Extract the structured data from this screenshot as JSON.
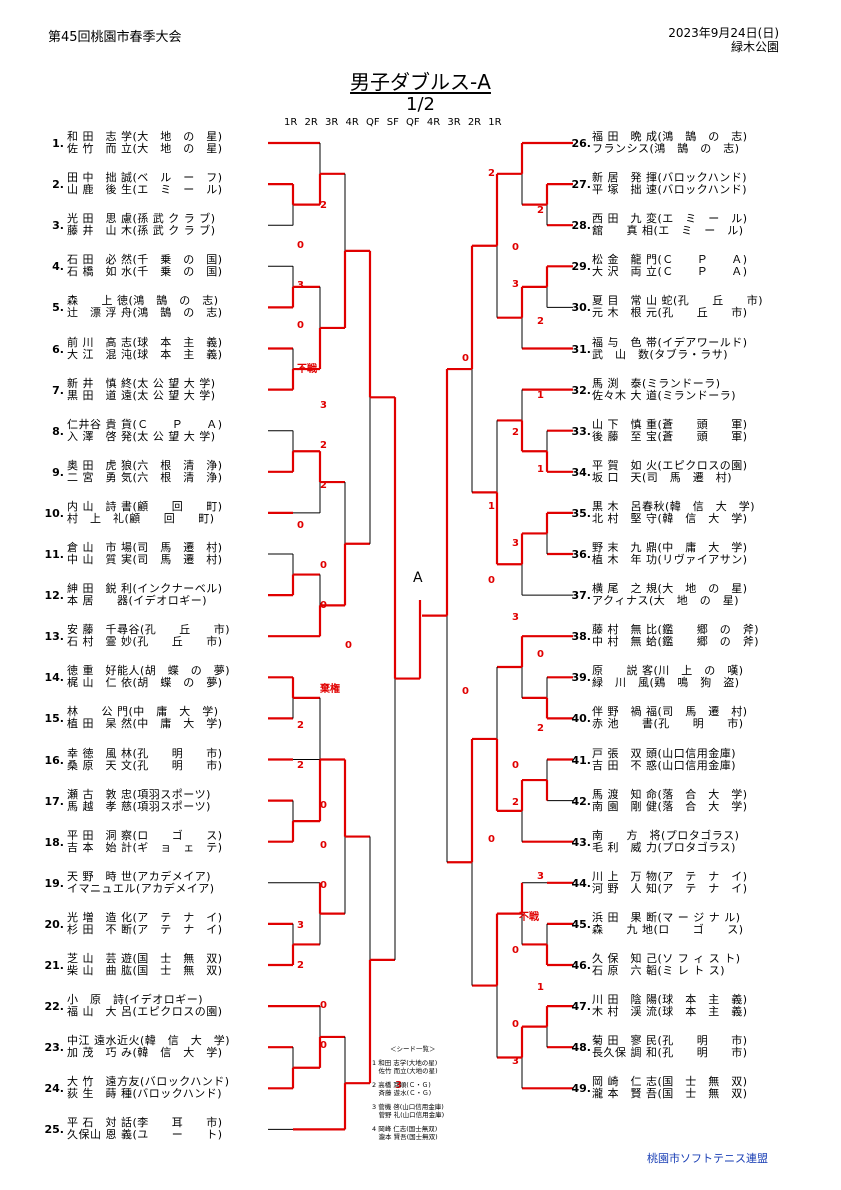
{
  "header": {
    "event": "第45回桃園市春季大会",
    "date": "2023年9月24日(日)",
    "venue": "緑木公園"
  },
  "title": "男子ダブルス-A",
  "half": "1/2",
  "rounds": "1R 2R 3R 4R QF SF QF 4R 3R 2R 1R",
  "center_label": "A",
  "left_pairs": [
    {
      "num": "1.",
      "a": "和 田　志 学(大　地　の　星)",
      "b": "佐 竹　而 立(大　地　の　星)"
    },
    {
      "num": "2.",
      "a": "田 中　拙 誠(ベ　ル　ー　フ)",
      "b": "山 鹿　後 生(エ　ミ　ー　ル)"
    },
    {
      "num": "3.",
      "a": "光 田　思 慮(孫 武 ク ラ ブ)",
      "b": "藤 井　山 木(孫 武 ク ラ ブ)"
    },
    {
      "num": "4.",
      "a": "石 田　必 然(千　乗　の　国)",
      "b": "石 橋　如 水(千　乗　の　国)"
    },
    {
      "num": "5.",
      "a": "森　　上 徳(鴻　鵠　の　志)",
      "b": "辻　漂 浮 舟(鴻　鵠　の　志)"
    },
    {
      "num": "6.",
      "a": "前 川　高 志(球　本　主　義)",
      "b": "大 江　混 沌(球　本　主　義)"
    },
    {
      "num": "7.",
      "a": "新 井　慎 終(太 公 望 大 学)",
      "b": "黒 田　道 遠(太 公 望 大 学)"
    },
    {
      "num": "8.",
      "a": "仁井谷 貴 貨(Ｃ　　Ｐ　　Ａ)",
      "b": "入 澤　啓 発(太 公 望 大 学)"
    },
    {
      "num": "9.",
      "a": "奥 田　虎 狼(六　根　清　浄)",
      "b": "二 宮　勇 気(六　根　清　浄)"
    },
    {
      "num": "10.",
      "a": "内 山　詩 書(顧　　回　　町)",
      "b": "村　上　礼(顧　　回　　町)"
    },
    {
      "num": "11.",
      "a": "倉 山　市 場(司　馬　遷　村)",
      "b": "中 山　質 実(司　馬　遷　村)"
    },
    {
      "num": "12.",
      "a": "紳 田　鋭 利(インクナーベル)",
      "b": "本 居　　器(イデオロギー)"
    },
    {
      "num": "13.",
      "a": "安 藤　千尋谷(孔　　丘　　市)",
      "b": "石 村　霊 妙(孔　　丘　　市)"
    },
    {
      "num": "14.",
      "a": "徳 重　好能人(胡　蝶　の　夢)",
      "b": "梶 山　仁 依(胡　蝶　の　夢)"
    },
    {
      "num": "15.",
      "a": "林　　公 門(中　庸　大　学)",
      "b": "植 田　杲 然(中　庸　大　学)"
    },
    {
      "num": "16.",
      "a": "幸 徳　風 林(孔　　明　　市)",
      "b": "桑 原　天 文(孔　　明　　市)"
    },
    {
      "num": "17.",
      "a": "瀬 古　敦 忠(項羽スポーツ)",
      "b": "馬 越　孝 慈(項羽スポーツ)"
    },
    {
      "num": "18.",
      "a": "平 田　洞 察(ロ　　ゴ　　ス)",
      "b": "吉 本　始 計(ギ　ョ　ェ　テ)"
    },
    {
      "num": "19.",
      "a": "天 野　時 世(アカデメイア)",
      "b": "イマニュエル(アカデメイア)"
    },
    {
      "num": "20.",
      "a": "光 増　造 化(ア　テ　ナ　イ)",
      "b": "杉 田　不 断(ア　テ　ナ　イ)"
    },
    {
      "num": "21.",
      "a": "芝 山　芸 遊(国　士　無　双)",
      "b": "柴 山　曲 肱(国　士　無　双)"
    },
    {
      "num": "22.",
      "a": "小　原　詩(イデオロギー)",
      "b": "福 山　大 呂(エピクロスの園)"
    },
    {
      "num": "23.",
      "a": "中江 遠水近火(韓　信　大　学)",
      "b": "加 茂　巧 み(韓　信　大　学)"
    },
    {
      "num": "24.",
      "a": "大 竹　遠方友(バロックハンド)",
      "b": "荻 生　蒔 種(バロックハンド)"
    },
    {
      "num": "25.",
      "a": "平 石　対 話(李　　耳　　市)",
      "b": "久保山 恩 義(ユ　　ー　　ト)"
    }
  ],
  "right_pairs": [
    {
      "num": "26.",
      "a": "福 田　晩 成(鴻　鵠　の　志)",
      "b": "フランシス(鴻　鵠　の　志)"
    },
    {
      "num": "27.",
      "a": "新 居　発 揮(バロックハンド)",
      "b": "平 塚　拙 速(バロックハンド)"
    },
    {
      "num": "28.",
      "a": "西 田　九 変(エ　ミ　ー　ル)",
      "b": "舘　　真 相(エ　ミ　ー　ル)"
    },
    {
      "num": "29.",
      "a": "松 金　龍 門(Ｃ　　Ｐ　　Ａ)",
      "b": "大 沢　両 立(Ｃ　　Ｐ　　Ａ)"
    },
    {
      "num": "30.",
      "a": "夏 目　常 山 蛇(孔　　丘　　市)",
      "b": "元 木　根 元(孔　　丘　　市)"
    },
    {
      "num": "31.",
      "a": "福 与　色 帯(イデアワールド)",
      "b": "武　山　数(タブラ・ラサ)"
    },
    {
      "num": "32.",
      "a": "馬 渕　泰(ミランドーラ)",
      "b": "佐々木 大 道(ミランドーラ)"
    },
    {
      "num": "33.",
      "a": "山 下　慎 重(蒼　　頭　　軍)",
      "b": "後 藤　至 宝(蒼　　頭　　軍)"
    },
    {
      "num": "34.",
      "a": "平 賀　如 火(エピクロスの園)",
      "b": "坂 口　天(司　馬　遷　村)"
    },
    {
      "num": "35.",
      "a": "黒 木　呂春秋(韓　信　大　学)",
      "b": "北 村　堅 守(韓　信　大　学)"
    },
    {
      "num": "36.",
      "a": "野 末　九 鼎(中　庸　大　学)",
      "b": "植 木　年 功(リヴァイアサン)"
    },
    {
      "num": "37.",
      "a": "横 尾　之 規(大　地　の　星)",
      "b": "アクィナス(大　地　の　星)"
    },
    {
      "num": "38.",
      "a": "藤 村　無 比(鑑　　郷　の　斧)",
      "b": "中 村　無 蛤(鑑　　郷　の　斧)"
    },
    {
      "num": "39.",
      "a": "原　　説 客(川　上　の　嘆)",
      "b": "緑　川　風(鶏　鳴　狗　盗)"
    },
    {
      "num": "40.",
      "a": "伴 野　禍 福(司　馬　遷　村)",
      "b": "赤 池　　書(孔　　明　　市)"
    },
    {
      "num": "41.",
      "a": "戸 張　双 頭(山口信用金庫)",
      "b": "吉 田　不 惑(山口信用金庫)"
    },
    {
      "num": "42.",
      "a": "馬 渡　知 命(落　合　大　学)",
      "b": "南 園　剛 健(落　合　大　学)"
    },
    {
      "num": "43.",
      "a": "南　　方　将(プロタゴラス)",
      "b": "毛 利　威 力(プロタゴラス)"
    },
    {
      "num": "44.",
      "a": "川 上　万 物(ア　テ　ナ　イ)",
      "b": "河 野　人 知(ア　テ　ナ　イ)"
    },
    {
      "num": "45.",
      "a": "浜 田　果 断(マ ー ジ ナ ル)",
      "b": "森　　九 地(ロ　　ゴ　　ス)"
    },
    {
      "num": "46.",
      "a": "久 保　知 己(ソ フ ィ ス ト)",
      "b": "石 原　六 韜(ミ レ ト ス)"
    },
    {
      "num": "47.",
      "a": "川 田　陰 陽(球　本　主　義)",
      "b": "木 村　渓 流(球　本　主　義)"
    },
    {
      "num": "48.",
      "a": "菊 田　寥 民(孔　　明　　市)",
      "b": "長久保 調 和(孔　　明　　市)"
    },
    {
      "num": "49.",
      "a": "岡 崎　仁 志(国　士　無　双)",
      "b": "瀧 本　賢 吾(国　士　無　双)"
    }
  ],
  "scores_left": [
    "2",
    "0",
    "3",
    "0",
    "不戦",
    "3",
    "2",
    "2",
    "0",
    "0",
    "0",
    "0",
    "棄権",
    "2",
    "2",
    "0",
    "0",
    "0",
    "3",
    "2",
    "0",
    "0",
    "3"
  ],
  "scores_right": [
    "2",
    "2",
    "0",
    "3",
    "2",
    "0",
    "1",
    "2",
    "1",
    "1",
    "3",
    "0",
    "3",
    "0",
    "0",
    "2",
    "0",
    "2",
    "0",
    "3",
    "不戦",
    "0",
    "1",
    "0",
    "3"
  ],
  "seed": {
    "title": "＜シード一覧＞",
    "lines": [
      "1 和田 志学(大地の星)",
      "　佐竹 而立(大地の星)",
      "2 高橋 耳順(Ｃ・Ｇ)",
      "　斉藤 遊水(Ｃ・Ｇ)",
      "3 菅機 啓(山口信用金庫)",
      "　菅野 礼(山口信用金庫)",
      "4 岡峰 仁志(国士無双)",
      "　瀧本 賢吾(国士無双)"
    ]
  },
  "footer": "桃園市ソフトテニス連盟",
  "colors": {
    "win": "#e00000",
    "lose": "#000000",
    "footer": "#1a3fb5"
  }
}
